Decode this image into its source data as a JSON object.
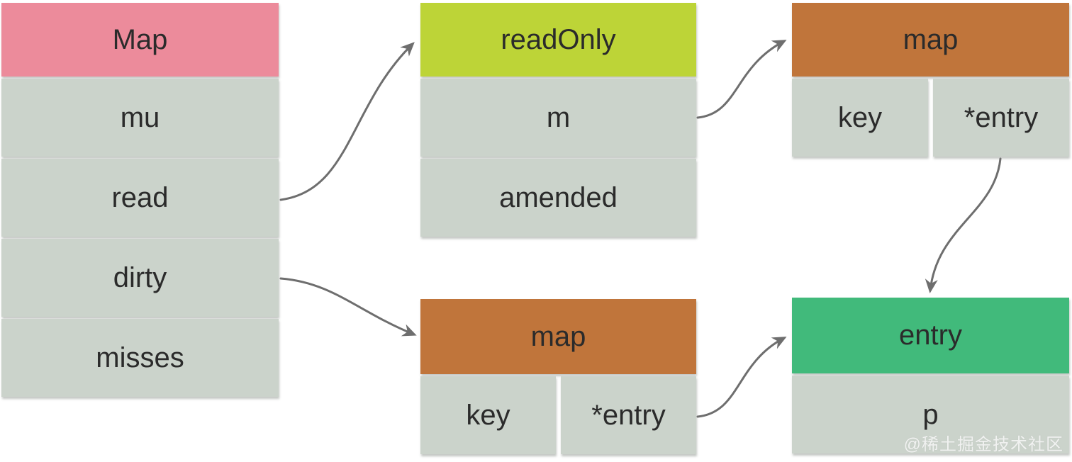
{
  "diagram": {
    "nodes": {
      "map_struct": {
        "title": "Map",
        "fields": [
          "mu",
          "read",
          "dirty",
          "misses"
        ]
      },
      "read_only_struct": {
        "title": "readOnly",
        "fields": [
          "m",
          "amended"
        ]
      },
      "read_map": {
        "title": "map",
        "cells": [
          "key",
          "*entry"
        ]
      },
      "dirty_map": {
        "title": "map",
        "cells": [
          "key",
          "*entry"
        ]
      },
      "entry_struct": {
        "title": "entry",
        "fields": [
          "p"
        ]
      }
    },
    "edges": [
      {
        "from": "Map.read",
        "to": "readOnly"
      },
      {
        "from": "Map.dirty",
        "to": "dirty map"
      },
      {
        "from": "readOnly.m",
        "to": "read map"
      },
      {
        "from": "read map.*entry",
        "to": "entry"
      },
      {
        "from": "dirty map.*entry",
        "to": "entry"
      }
    ],
    "watermark": "@稀土掘金技术社区",
    "colors": {
      "map-header": "#ec8b9b",
      "readonly-header": "#bdd437",
      "hashmap-header": "#c0753b",
      "entry-header": "#41ba7b",
      "cell-bg": "#cbd3cb",
      "arrow": "#6e6e6e",
      "text": "#2b2b2b"
    }
  }
}
